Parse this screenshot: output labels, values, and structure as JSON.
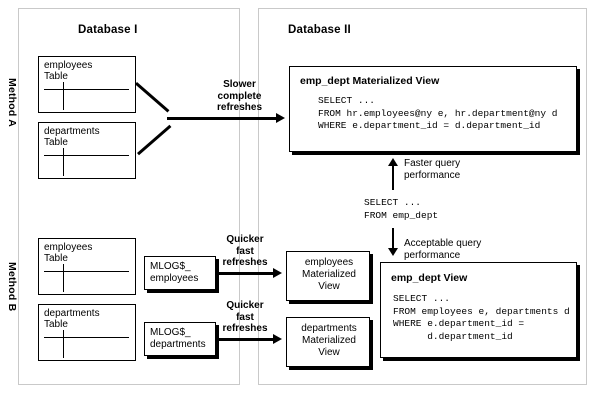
{
  "panels": {
    "db1": {
      "title": "Database I"
    },
    "db2": {
      "title": "Database II"
    }
  },
  "methods": {
    "a": {
      "label": "Method A"
    },
    "b": {
      "label": "Method B"
    }
  },
  "method_a": {
    "source_tables": [
      {
        "name": "employees",
        "kind": "Table"
      },
      {
        "name": "departments",
        "kind": "Table"
      }
    ],
    "arrow_label": "Slower\ncomplete\nrefreshes",
    "materialized_view": {
      "title": "emp_dept Materialized View",
      "sql": "SELECT ...\nFROM hr.employees@ny e, hr.department@ny d\nWHERE e.department_id = d.department_id"
    }
  },
  "method_b": {
    "source_tables": [
      {
        "name": "employees",
        "kind": "Table"
      },
      {
        "name": "departments",
        "kind": "Table"
      }
    ],
    "mlogs": [
      {
        "line1": "MLOG$_",
        "line2": "employees"
      },
      {
        "line1": "MLOG$_",
        "line2": "departments"
      }
    ],
    "arrow_labels": [
      "Quicker\nfast\nrefreshes",
      "Quicker\nfast\nrefreshes"
    ],
    "materialized_views": [
      {
        "line1": "employees",
        "line2": "Materialized",
        "line3": "View"
      },
      {
        "line1": "departments",
        "line2": "Materialized",
        "line3": "View"
      }
    ],
    "view": {
      "title": "emp_dept View",
      "sql": "SELECT ...\nFROM employees e, departments d\nWHERE e.department_id =\n      d.department_id"
    }
  },
  "query_flow": {
    "faster_label": "Faster query\nperformance",
    "query_sql": "SELECT ...\nFROM emp_dept",
    "acceptable_label": "Acceptable query\nperformance"
  },
  "colors": {
    "ink": "#000000",
    "panel_border": "#c9c9c9",
    "background": "#ffffff"
  }
}
